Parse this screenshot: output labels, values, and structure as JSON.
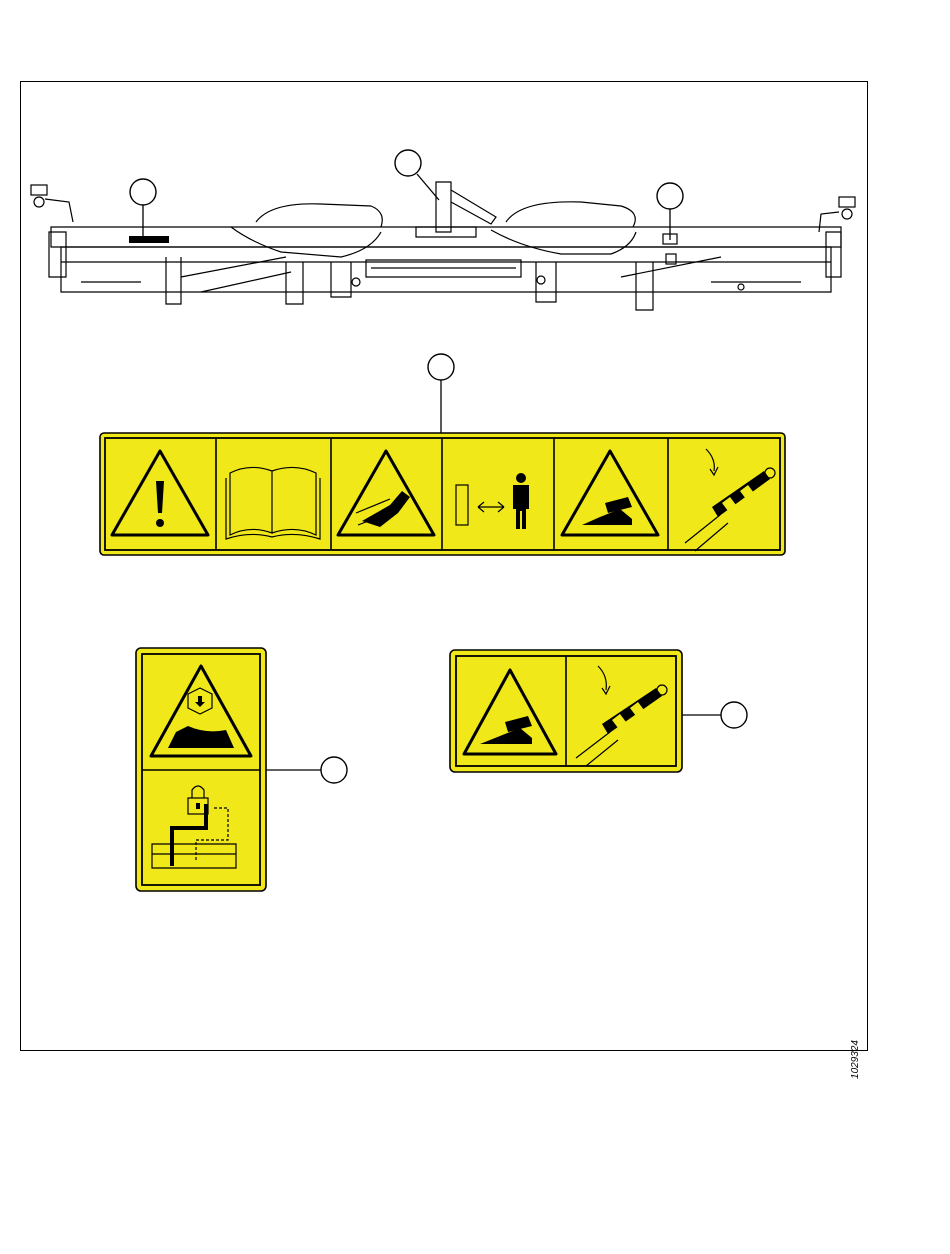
{
  "figure": {
    "id_label": "1029324"
  },
  "decals": [
    {
      "name": "hazard-decal-strip",
      "panels": [
        "general-warning-icon",
        "operator-manual-icon",
        "hand-entanglement-icon",
        "keep-clear-distance-icon",
        "header-crush-icon",
        "cylinder-lock-icon"
      ]
    },
    {
      "name": "crush-lockout-decal",
      "panels": [
        "falling-header-crush-icon",
        "lockout-lever-icon"
      ]
    },
    {
      "name": "crush-cylinder-decal",
      "panels": [
        "header-crush-icon",
        "cylinder-lock-icon"
      ]
    }
  ],
  "colors": {
    "decal_yellow": "#f1e81a",
    "decal_border": "#c8bd00",
    "ink": "#000000"
  }
}
